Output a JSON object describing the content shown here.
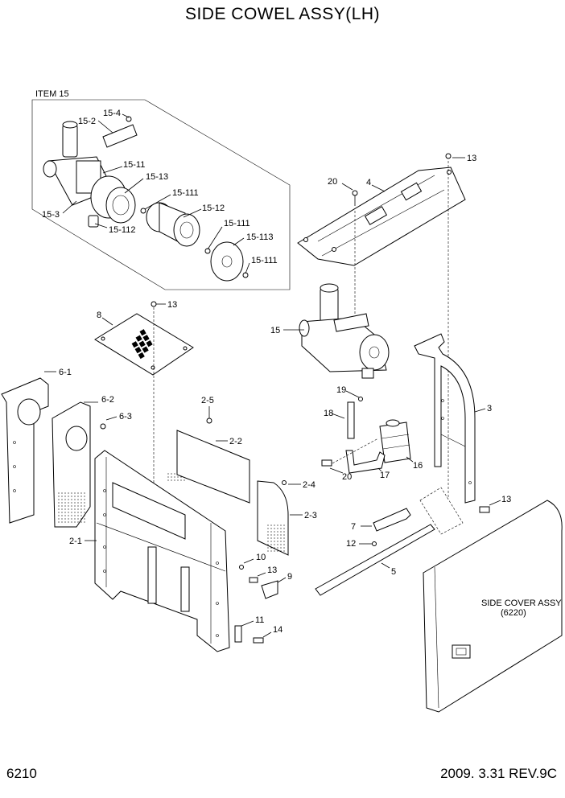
{
  "title": "SIDE COWEL ASSY(LH)",
  "footer": {
    "page_number": "6210",
    "date_rev": "2009. 3.31  REV.9C"
  },
  "inset": {
    "label": "ITEM 15"
  },
  "callouts": {
    "c15_4": "15-4",
    "c15_2": "15-2",
    "c15_11": "15-11",
    "c15_13": "15-13",
    "c15_3": "15-3",
    "c15_111a": "15-111",
    "c15_12": "15-12",
    "c15_112": "15-112",
    "c15_111b": "15-111",
    "c15_113": "15-113",
    "c15_111c": "15-111",
    "c13a": "13",
    "c20a": "20",
    "c4": "4",
    "c13b": "13",
    "c8": "8",
    "c15": "15",
    "c6_1": "6-1",
    "c6_2": "6-2",
    "c6_3": "6-3",
    "c2_5": "2-5",
    "c19": "19",
    "c18": "18",
    "c3": "3",
    "c2_2": "2-2",
    "c16": "16",
    "c20b": "20",
    "c17": "17",
    "c2_4": "2-4",
    "c13c": "13",
    "c2_3": "2-3",
    "c7": "7",
    "c2_1": "2-1",
    "c12": "12",
    "c10": "10",
    "c5": "5",
    "c13d": "13",
    "c9": "9",
    "c11": "11",
    "c14": "14"
  },
  "side_cover": {
    "line1": "SIDE COVER ASSY",
    "line2": "(6220)"
  }
}
